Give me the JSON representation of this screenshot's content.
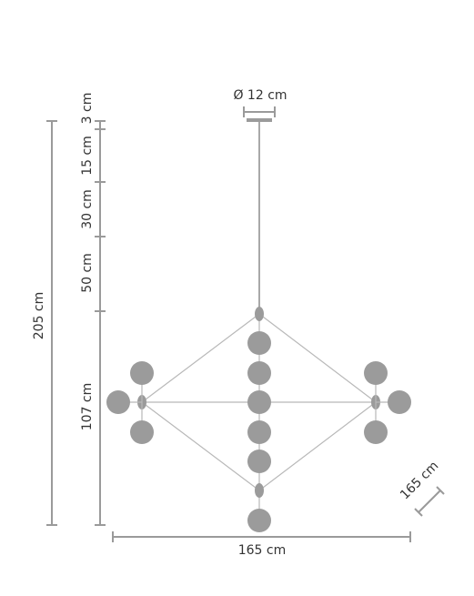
{
  "dimensions": {
    "canopy_diameter": "Ø 12 cm",
    "total_height": "205 cm",
    "canopy_height": "3 cm",
    "segment_1": "15 cm",
    "segment_2": "30 cm",
    "segment_3": "50 cm",
    "body_height": "107 cm",
    "width": "165 cm",
    "depth": "165 cm"
  },
  "colors": {
    "globe": "#9b9b9b",
    "frame": "#b8b8b8",
    "dimension_line": "#9a9a9a",
    "text": "#333333"
  }
}
